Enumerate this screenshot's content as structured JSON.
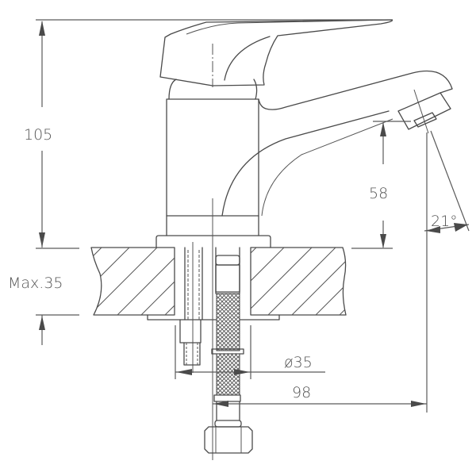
{
  "drawing": {
    "subject": "Basin faucet technical dimension drawing",
    "colors": {
      "line": "#4a4a4a",
      "text": "#555555",
      "background": "#ffffff"
    },
    "dimensions": {
      "total_height": "105",
      "spout_height": "58",
      "max_counter_thickness": "Max.35",
      "spout_angle": "21°",
      "hole_diameter": "ø35",
      "spout_reach": "98"
    }
  }
}
